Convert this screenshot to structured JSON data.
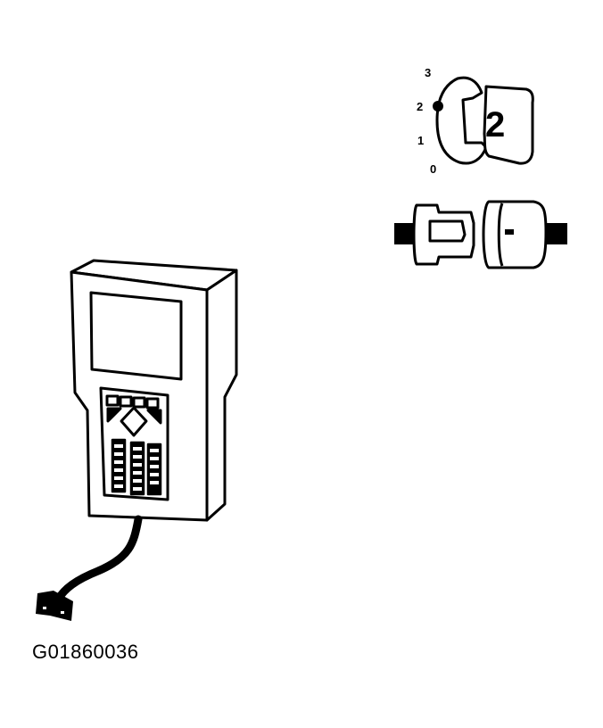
{
  "figure": {
    "id": "G01860036",
    "ignition_key": {
      "positions": [
        "3",
        "2",
        "1",
        "0"
      ],
      "selected_position": "2",
      "key_label": "2"
    },
    "connector": {
      "type": "two-part connector"
    },
    "scan_tool": {
      "type": "handheld diagnostic tester with cable"
    }
  },
  "colors": {
    "line": "#000000",
    "background": "#ffffff"
  }
}
